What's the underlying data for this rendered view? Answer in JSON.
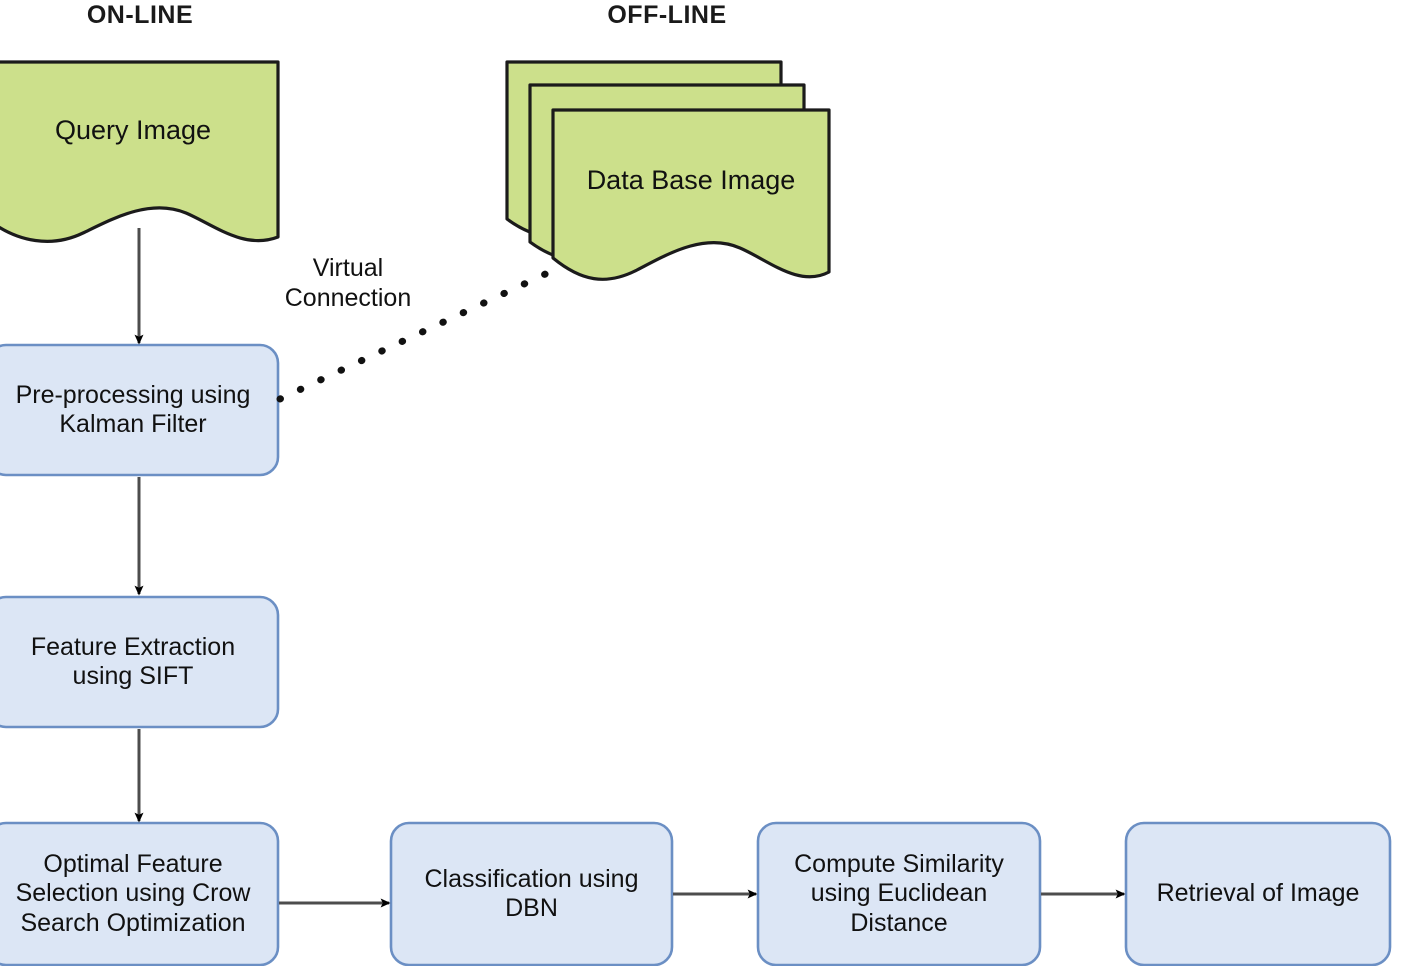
{
  "diagram": {
    "type": "flowchart",
    "title_online": "ON-LINE",
    "title_offline": "OFF-LINE",
    "colors": {
      "green_fill": "#cce08b",
      "green_stroke": "#1b1b1b",
      "blue_fill": "#dce6f5",
      "blue_stroke": "#6b8fc4",
      "arrow": "#4d4d4d",
      "arrow_head": "#000000",
      "text": "#111111",
      "background": "#ffffff"
    },
    "nodes": [
      {
        "id": "query-image",
        "label": "Query Image",
        "shape": "document",
        "column": "online"
      },
      {
        "id": "database-image",
        "label": "Data Base Image",
        "shape": "multi-document",
        "column": "offline"
      },
      {
        "id": "pre-processing",
        "label": "Pre-processing using\nKalman Filter",
        "shape": "rounded-rect",
        "column": "online"
      },
      {
        "id": "feature-extraction",
        "label": "Feature Extraction\nusing SIFT",
        "shape": "rounded-rect",
        "column": "online"
      },
      {
        "id": "optimal-feature",
        "label": "Optimal Feature\nSelection using Crow\nSearch Optimization",
        "shape": "rounded-rect",
        "column": "online"
      },
      {
        "id": "classification",
        "label": "Classification using\nDBN",
        "shape": "rounded-rect",
        "column": "online"
      },
      {
        "id": "similarity",
        "label": "Compute Similarity\nusing Euclidean\nDistance",
        "shape": "rounded-rect",
        "column": "online"
      },
      {
        "id": "retrieval",
        "label": "Retrieval of Image",
        "shape": "rounded-rect",
        "column": "online"
      }
    ],
    "edges": [
      {
        "id": "e1",
        "from": "query-image",
        "to": "pre-processing",
        "style": "solid",
        "label": ""
      },
      {
        "id": "e2",
        "from": "pre-processing",
        "to": "feature-extraction",
        "style": "solid",
        "label": ""
      },
      {
        "id": "e3",
        "from": "feature-extraction",
        "to": "optimal-feature",
        "style": "solid",
        "label": ""
      },
      {
        "id": "e4",
        "from": "optimal-feature",
        "to": "classification",
        "style": "solid",
        "label": ""
      },
      {
        "id": "e5",
        "from": "classification",
        "to": "similarity",
        "style": "solid",
        "label": ""
      },
      {
        "id": "e6",
        "from": "similarity",
        "to": "retrieval",
        "style": "solid",
        "label": ""
      },
      {
        "id": "e7",
        "from": "database-image",
        "to": "pre-processing",
        "style": "dotted",
        "label": "Virtual\nConnection"
      }
    ],
    "edge_labels": {
      "virtual_connection": "Virtual\nConnection"
    },
    "node_labels": {
      "query_image": "Query Image",
      "database_image": "Data Base Image",
      "pre_processing": "Pre-processing using\nKalman Filter",
      "feature_extraction": "Feature Extraction\nusing SIFT",
      "optimal_feature": "Optimal Feature\nSelection using Crow\nSearch Optimization",
      "classification": "Classification using\nDBN",
      "similarity": "Compute Similarity\nusing Euclidean\nDistance",
      "retrieval": "Retrieval of Image"
    }
  }
}
